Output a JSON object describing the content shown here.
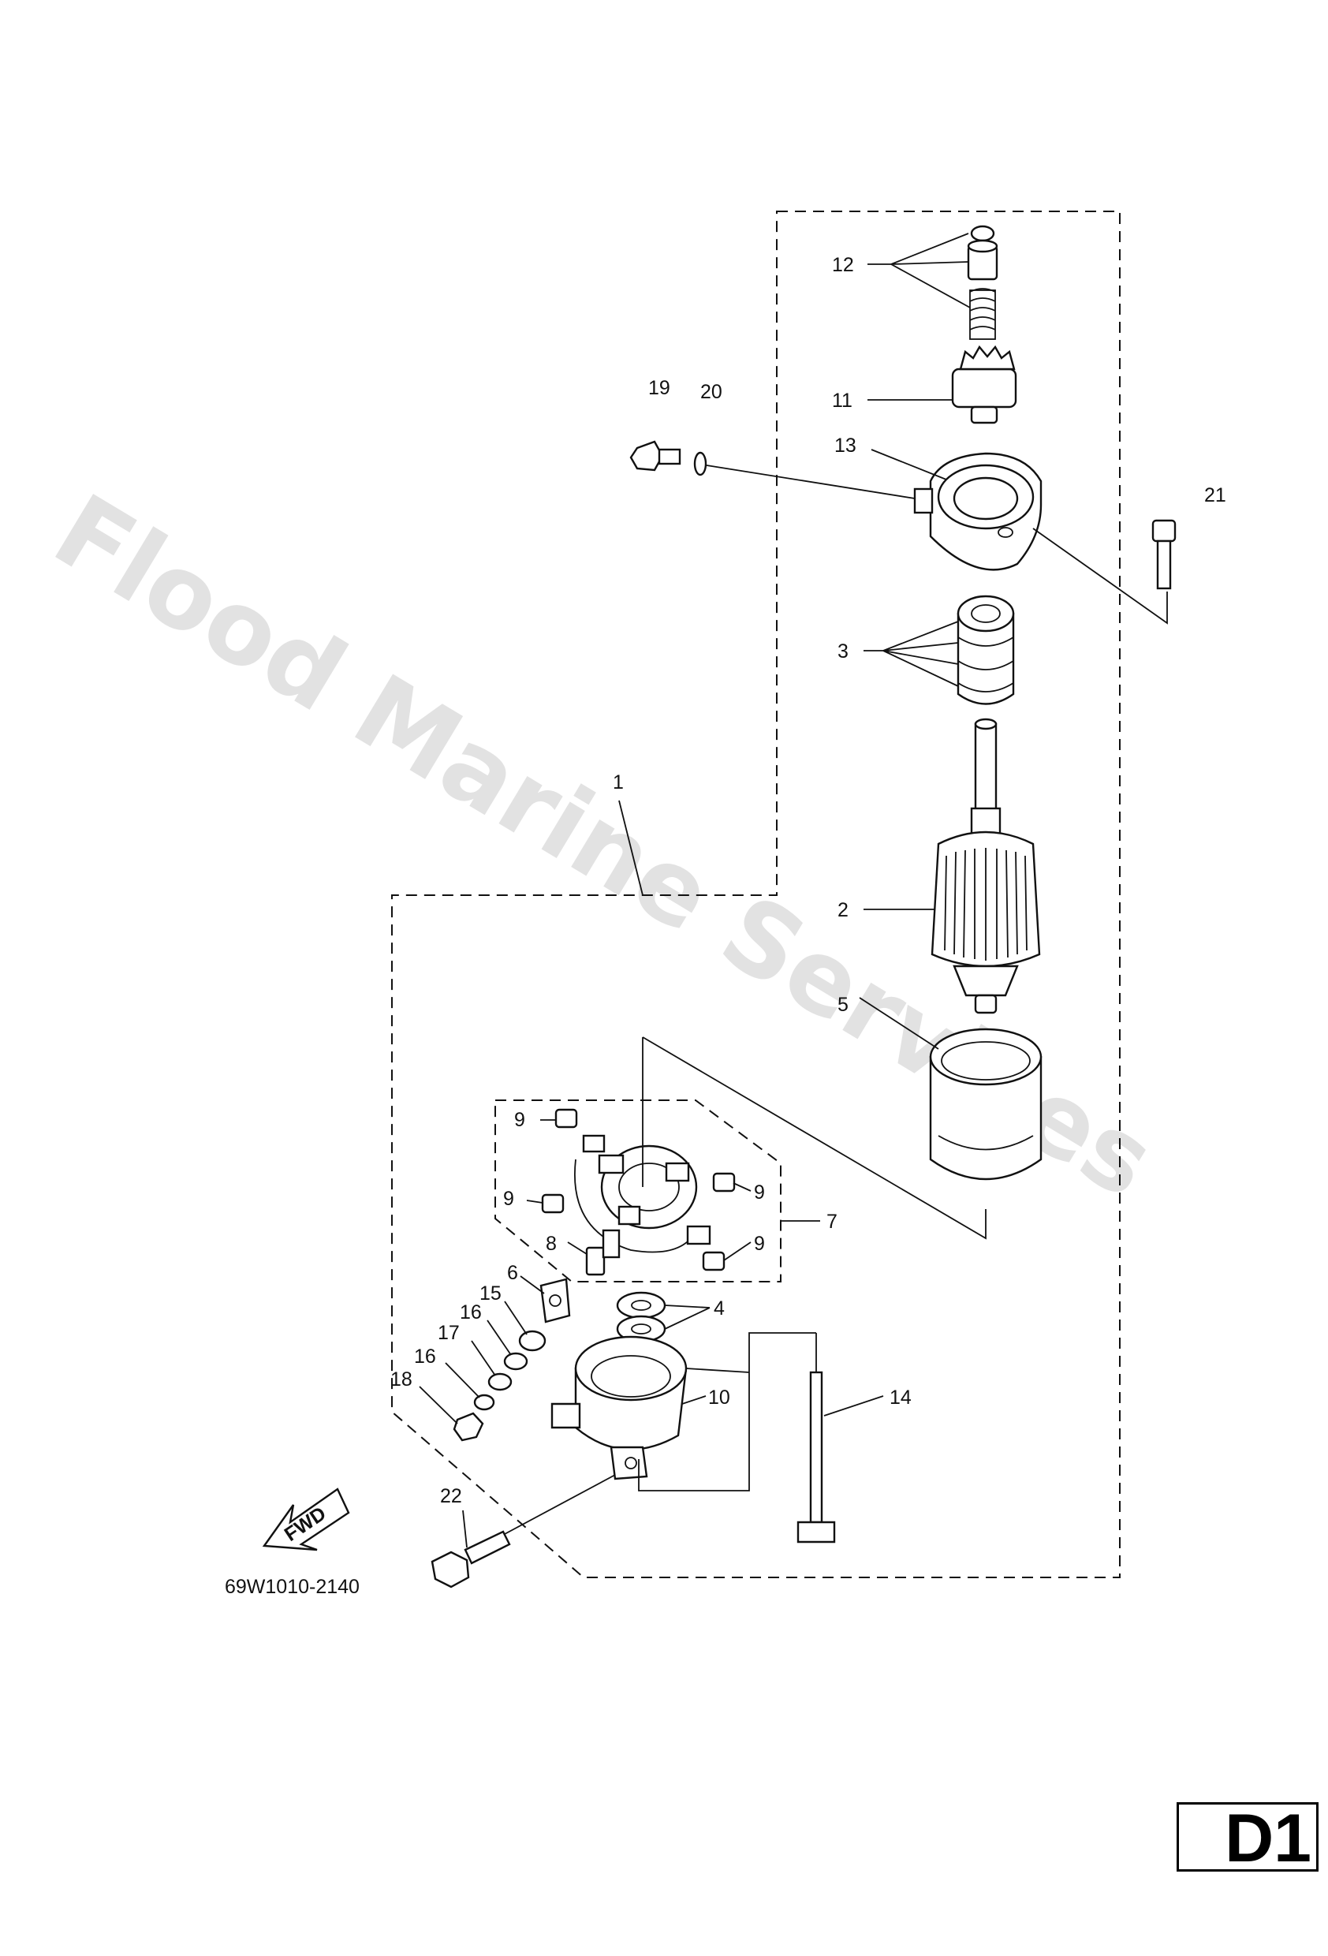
{
  "watermark": "Flood Marine Services",
  "diagram_code": "69W1010-2140",
  "fwd_label": "FWD",
  "section_code": "D1",
  "callouts": {
    "c1": "1",
    "c2": "2",
    "c3": "3",
    "c4": "4",
    "c5": "5",
    "c6": "6",
    "c7": "7",
    "c8": "8",
    "c9a": "9",
    "c9b": "9",
    "c9c": "9",
    "c9d": "9",
    "c10": "10",
    "c11": "11",
    "c12": "12",
    "c13": "13",
    "c14": "14",
    "c15": "15",
    "c16a": "16",
    "c16b": "16",
    "c17": "17",
    "c18": "18",
    "c19": "19",
    "c20": "20",
    "c21": "21",
    "c22": "22"
  }
}
